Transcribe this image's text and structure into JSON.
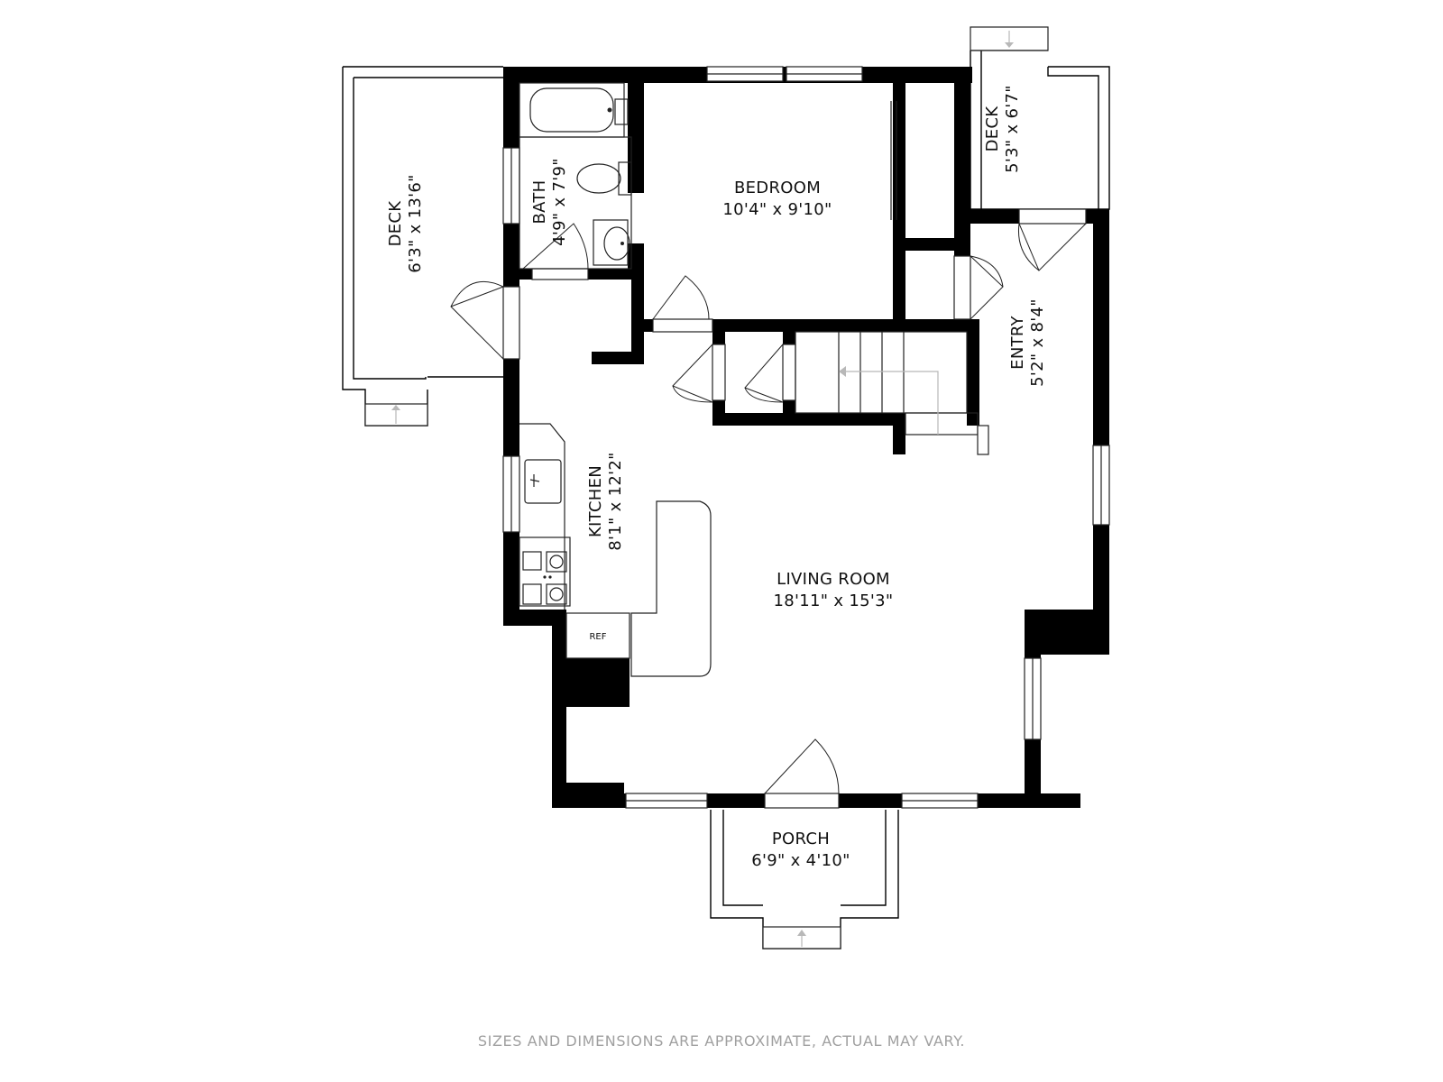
{
  "rooms": {
    "deck_left": {
      "name": "DECK",
      "size": "6'3\" x 13'6\""
    },
    "bath": {
      "name": "BATH",
      "size": "4'9\" x 7'9\""
    },
    "bedroom": {
      "name": "BEDROOM",
      "size": "10'4\" x 9'10\""
    },
    "deck_right": {
      "name": "DECK",
      "size": "5'3\" x 6'7\""
    },
    "entry": {
      "name": "ENTRY",
      "size": "5'2\" x 8'4\""
    },
    "kitchen": {
      "name": "KITCHEN",
      "size": "8'1\" x 12'2\""
    },
    "living_room": {
      "name": "LIVING ROOM",
      "size": "18'11\" x 15'3\""
    },
    "porch": {
      "name": "PORCH",
      "size": "6'9\" x 4'10\""
    }
  },
  "appliances": {
    "refrigerator": "REF"
  },
  "footer": {
    "disclaimer": "SIZES AND DIMENSIONS ARE APPROXIMATE, ACTUAL MAY VARY."
  },
  "colors": {
    "wall": "#000000",
    "background": "#ffffff",
    "disclaimer_text": "#a0a0a0",
    "stair_arrow": "#b8b8b8"
  }
}
